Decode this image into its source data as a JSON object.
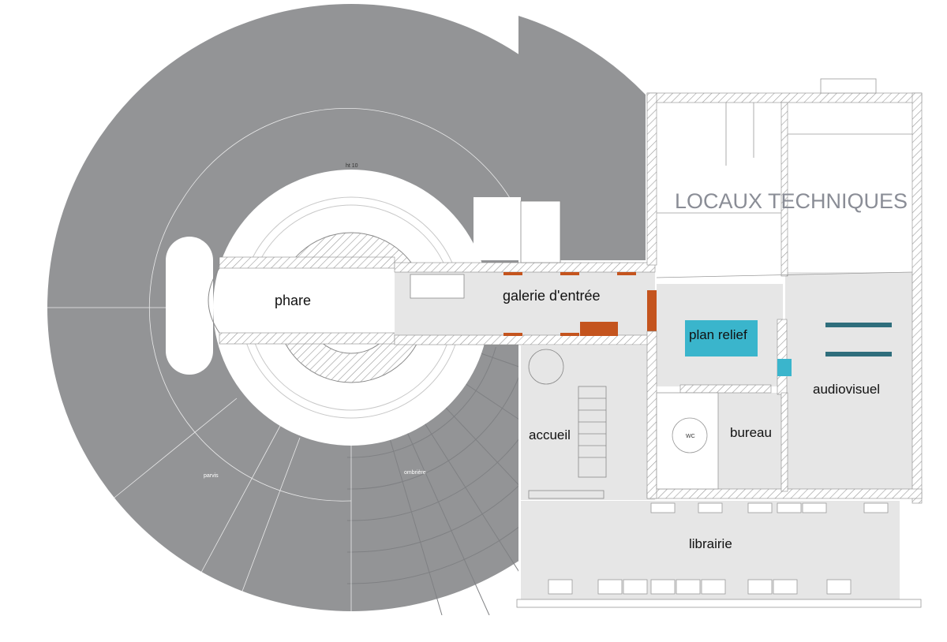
{
  "rooms": {
    "phare": "phare",
    "galerie": "galerie d'entrée",
    "plan_relief": "plan relief",
    "audiovisuel": "audiovisuel",
    "accueil": "accueil",
    "bureau": "bureau",
    "wc": "WC",
    "librairie": "librairie",
    "locaux_techniques": "LOCAUX TECHNIQUES"
  },
  "outdoor": {
    "parvis": "parvis",
    "ombriere": "ombrière",
    "height_mark": "ht 10"
  },
  "colors": {
    "ground": "#939496",
    "floor": "#e6e6e6",
    "wall_hatch": "#bdbdbd",
    "accent_orange": "#c4541e",
    "accent_cyan": "#3ab5cc",
    "accent_teal": "#2f6e7c",
    "title_grey": "#8a8d96"
  }
}
